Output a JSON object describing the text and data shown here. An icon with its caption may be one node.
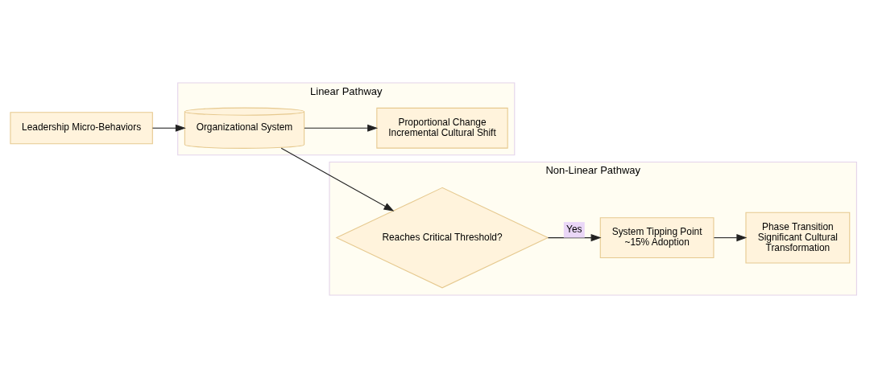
{
  "diagram": {
    "nodes": [
      {
        "text": [
          "Leadership Micro-Behaviors"
        ]
      },
      {
        "text": [
          "Linear Pathway"
        ]
      },
      {
        "text": [
          "Organizational System"
        ],
        "in": 1
      },
      {
        "text": [
          "Proportional Change Incremental Cultural Shift"
        ],
        "in": 1
      },
      {
        "text": [
          "Non-Linear Pathway"
        ]
      },
      {
        "text": [
          "Reaches Critical Threshold?"
        ],
        "in": 4
      },
      {
        "text": [
          "System Tipping Point ~15% Adoption"
        ],
        "in": 4
      },
      {
        "text": [
          "Phase Transition Significant Cultural Transformation"
        ],
        "in": 4
      }
    ],
    "edges": [
      {
        "from": 0,
        "to": 2,
        "arrow": "to"
      },
      {
        "from": 2,
        "to": 3,
        "arrow": "to"
      },
      {
        "from": 2,
        "to": 5,
        "arrow": "to"
      },
      {
        "from": 5,
        "to": 6,
        "arrow": "to",
        "label": "Yes"
      },
      {
        "from": 6,
        "to": 7,
        "arrow": "to"
      }
    ]
  }
}
